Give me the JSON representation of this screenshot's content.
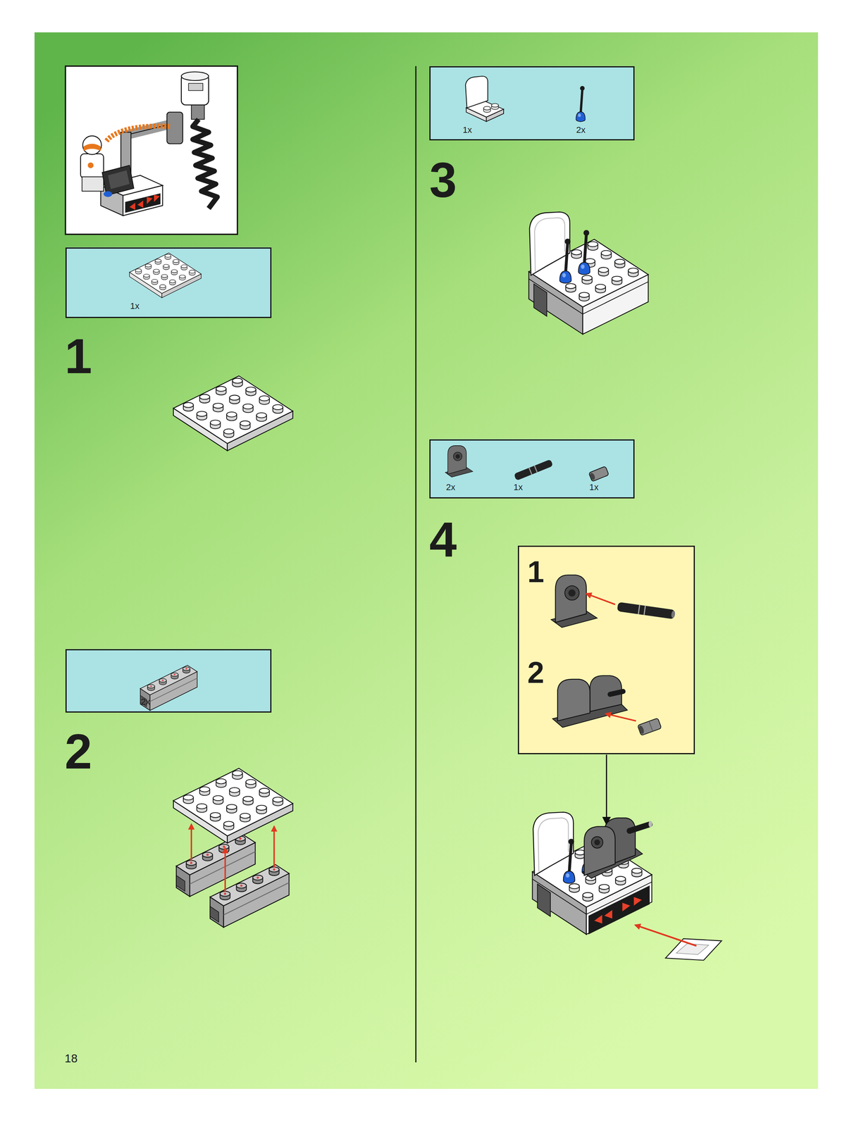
{
  "diagram": {
    "nodes": [
      {
        "text": [
          "1x"
        ]
      },
      {
        "text": [
          "2x"
        ]
      },
      {
        "text": [
          "1x",
          "2x"
        ]
      },
      {
        "text": [
          "2x",
          "1x",
          "1x"
        ]
      },
      {
        "text": [
          "1",
          "2"
        ]
      }
    ],
    "labels": [
      "1",
      "2",
      "3",
      "4",
      "18"
    ]
  }
}
